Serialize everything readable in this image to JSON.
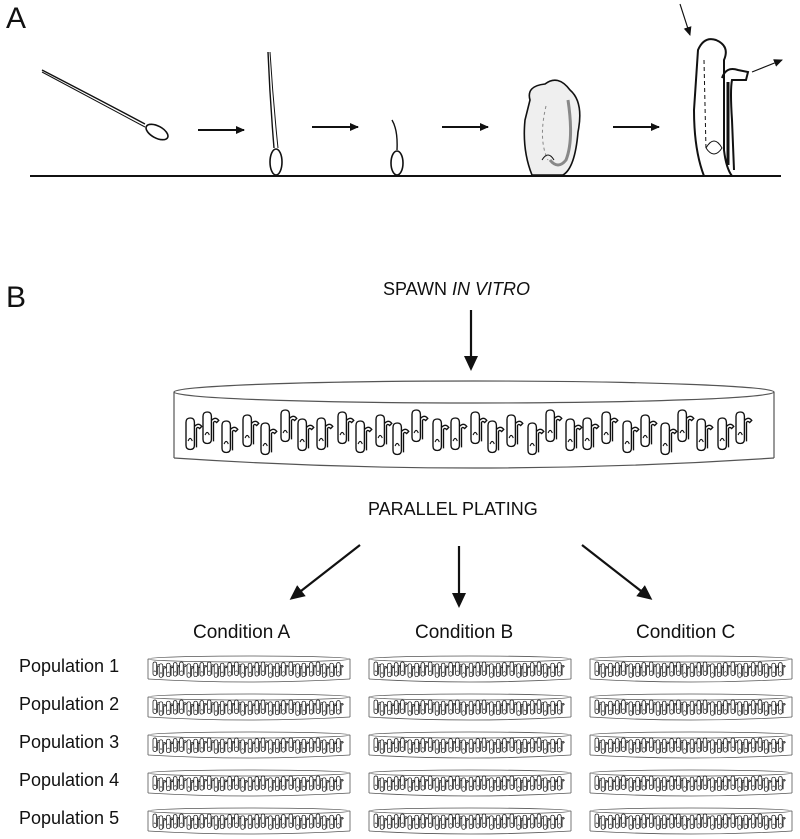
{
  "panel_a": {
    "letter": "A"
  },
  "panel_b": {
    "letter": "B",
    "spawn_label_prefix": "SPAWN ",
    "spawn_label_italic": "IN VITRO",
    "plating_label": "PARALLEL PLATING",
    "conditions": [
      "Condition A",
      "Condition B",
      "Condition C"
    ],
    "populations": [
      "Population 1",
      "Population 2",
      "Population 3",
      "Population 4",
      "Population 5"
    ]
  },
  "colors": {
    "ink": "#111111",
    "dish_edge": "#555555",
    "embryo_grey": "#888888",
    "background": "#ffffff"
  }
}
